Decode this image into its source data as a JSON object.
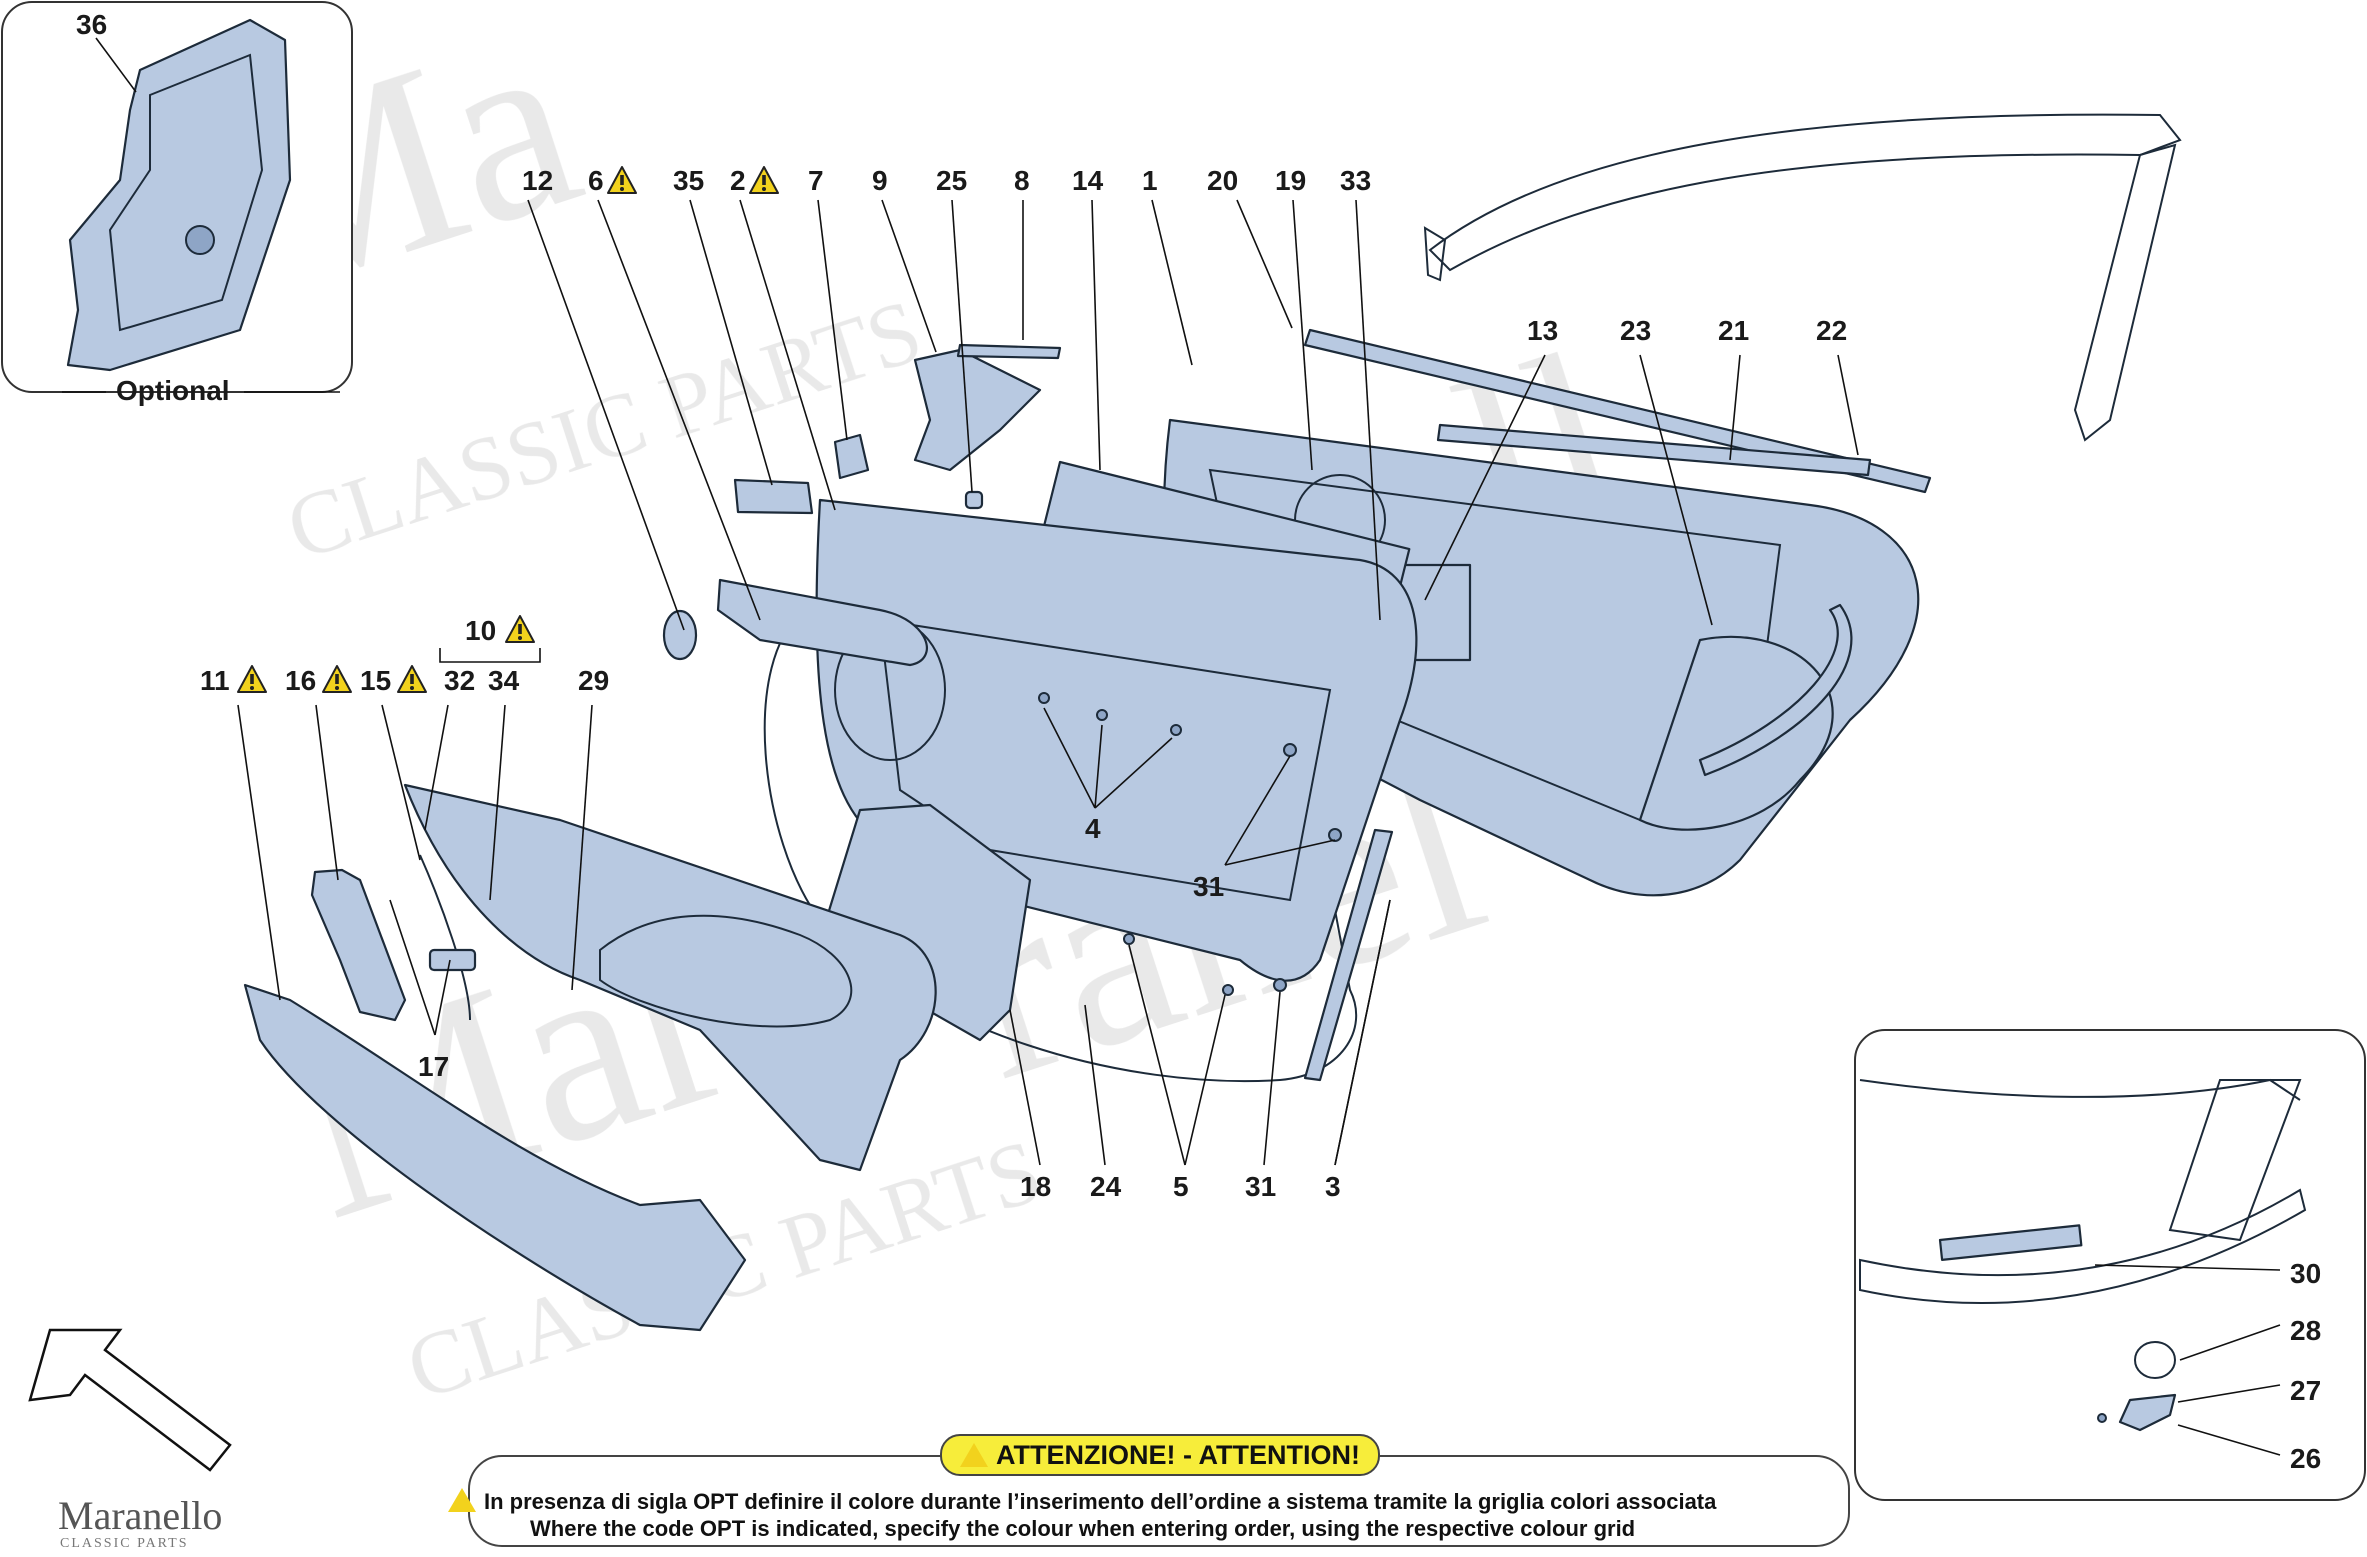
{
  "callouts": {
    "c36": "36",
    "optional": "Optional",
    "c12": "12",
    "c6": "6",
    "c35": "35",
    "c2": "2",
    "c7": "7",
    "c9": "9",
    "c25": "25",
    "c8": "8",
    "c14": "14",
    "c1": "1",
    "c20": "20",
    "c19": "19",
    "c33": "33",
    "c13": "13",
    "c23": "23",
    "c21": "21",
    "c22": "22",
    "c10": "10",
    "c11": "11",
    "c16": "16",
    "c15": "15",
    "c32": "32",
    "c34": "34",
    "c29": "29",
    "c4": "4",
    "c31a": "31",
    "c17": "17",
    "c18": "18",
    "c24": "24",
    "c5": "5",
    "c31b": "31",
    "c3": "3",
    "c30": "30",
    "c28": "28",
    "c27": "27",
    "c26": "26"
  },
  "attention": {
    "title": "ATTENZIONE! - ATTENTION!",
    "line_it": "In presenza di sigla OPT definire il colore durante l’inserimento dell’ordine a sistema tramite la griglia colori associata",
    "line_en": "Where the code OPT is indicated, specify the colour when entering order, using the respective colour grid"
  },
  "brand": {
    "name": "Maranello",
    "tagline": "CLASSIC PARTS"
  },
  "colors": {
    "part_fill": "#b8c9e1",
    "part_stroke": "#1d2b3a",
    "warning_yellow": "#f2d21d",
    "attention_bg": "#f7ed3a"
  },
  "icons": {
    "warning": "warning-triangle-icon",
    "arrow": "direction-arrow-icon"
  }
}
